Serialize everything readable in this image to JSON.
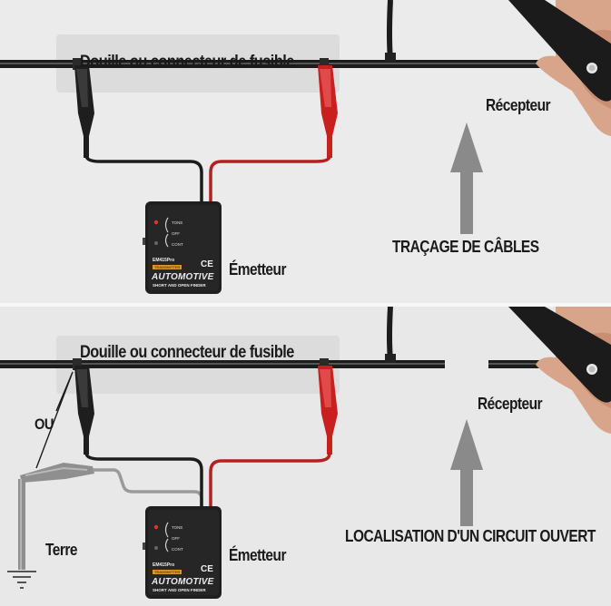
{
  "top_panel": {
    "connector_label": "Douille ou connecteur de fusible",
    "receiver_label": "Récepteur",
    "transmitter_label": "Émetteur",
    "mode_label": "TRAÇAGE DE CÂBLES"
  },
  "bottom_panel": {
    "connector_label": "Douille ou connecteur de fusible",
    "receiver_label": "Récepteur",
    "transmitter_label": "Émetteur",
    "mode_label": "LOCALISATION D'UN CIRCUIT OUVERT",
    "or_label": "OU",
    "ground_label": "Terre"
  },
  "transmitter_device": {
    "switch_tone": "TONE",
    "switch_off": "OFF",
    "switch_cont": "CONT",
    "model": "EM415Pro",
    "badge": "TRANSMITTER",
    "brand": "AUTOMOTIVE",
    "subtitle": "SHORT AND OPEN FINDER",
    "ce_mark": "CE"
  },
  "colors": {
    "background": "#e9e9e9",
    "wire": "#1c1c1c",
    "red_clip": "#c91f1f",
    "black_clip": "#1e1e1e",
    "gray_clip": "#8f8f8f",
    "arrow": "#8a8a8a",
    "device": "#1f1f1f"
  }
}
